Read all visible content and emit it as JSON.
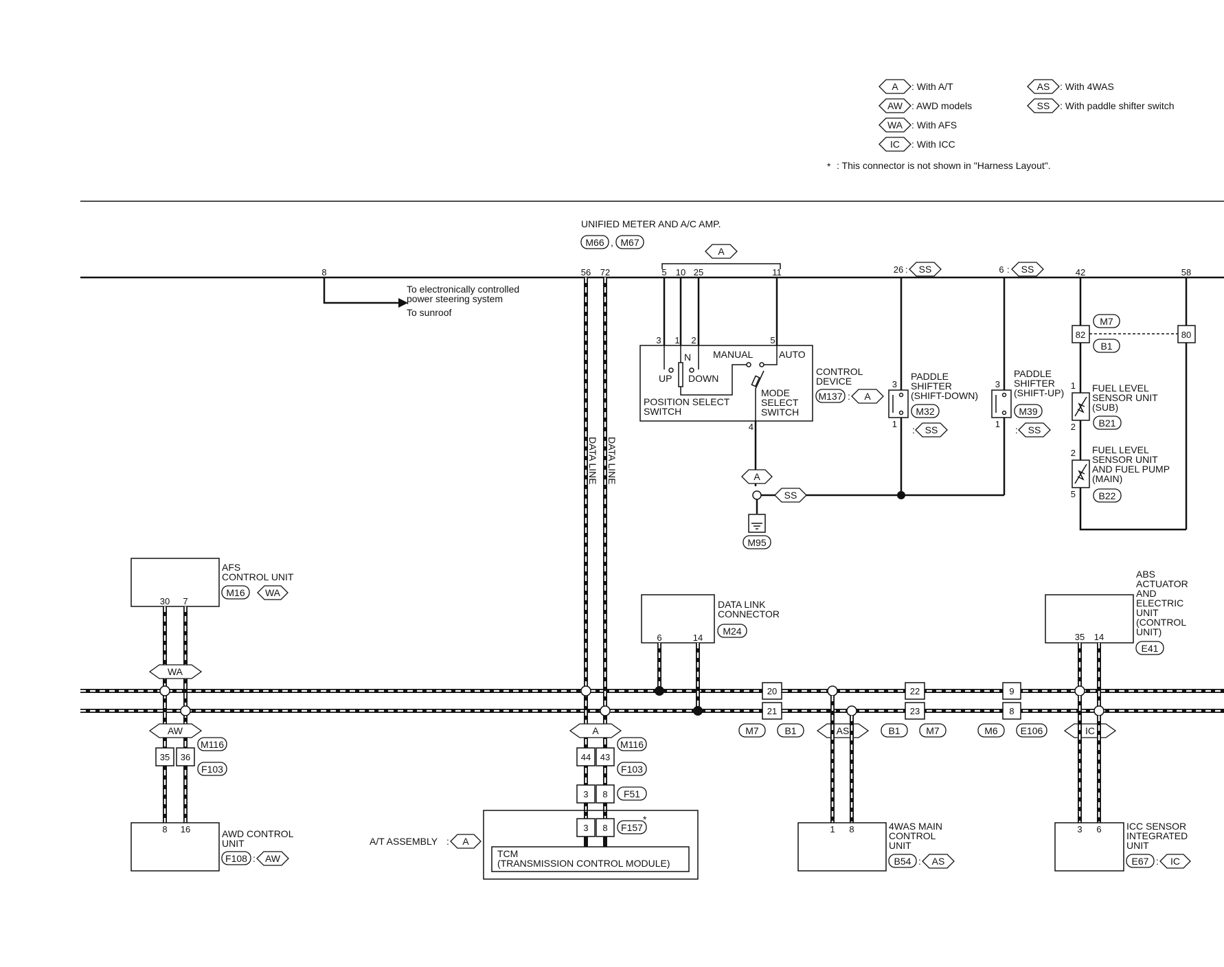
{
  "legend": {
    "items": [
      {
        "code": "A",
        "text": ": With A/T"
      },
      {
        "code": "AW",
        "text": ": AWD models"
      },
      {
        "code": "WA",
        "text": ": With AFS"
      },
      {
        "code": "IC",
        "text": ": With ICC"
      },
      {
        "code": "AS",
        "text": ": With 4WAS"
      },
      {
        "code": "SS",
        "text": ": With paddle shifter switch"
      }
    ],
    "note_mark": "*",
    "note": ": This connector is not shown in \"Harness Layout\"."
  },
  "meter": {
    "title": "UNIFIED METER AND A/C AMP.",
    "conn1": "M66",
    "sep": ",",
    "conn2": "M67",
    "bracket_tag": "A",
    "pins": [
      "8",
      "56",
      "72",
      "5",
      "10",
      "25",
      "11",
      "26",
      "6",
      "42",
      "58"
    ],
    "pin_colon": ":",
    "ss_tag": "SS"
  },
  "notes": {
    "eps1": "To electronically controlled",
    "eps2": "power steering system",
    "sunroof": "To sunroof"
  },
  "data_line": "DATA LINE",
  "control_device": {
    "title1": "CONTROL",
    "title2": "DEVICE",
    "conn": "M137",
    "colon": ":",
    "tag": "A",
    "pins": [
      "3",
      "1",
      "2",
      "5",
      "4"
    ],
    "labels": {
      "manual": "MANUAL",
      "auto": "AUTO",
      "n": "N",
      "up": "UP",
      "down": "DOWN",
      "pos1": "POSITION SELECT",
      "pos2": "SWITCH",
      "mode1": "MODE",
      "mode2": "SELECT",
      "mode3": "SWITCH"
    }
  },
  "ground": {
    "tag_a": "A",
    "tag_ss": "SS",
    "conn": "M95"
  },
  "paddle_down": {
    "t1": "PADDLE",
    "t2": "SHIFTER",
    "t3": "(SHIFT-DOWN)",
    "conn": "M32",
    "colon": ":",
    "tag": "SS",
    "pin_top": "3",
    "pin_bot": "1"
  },
  "paddle_up": {
    "t1": "PADDLE",
    "t2": "SHIFTER",
    "t3": "(SHIFT-UP)",
    "conn": "M39",
    "colon": ":",
    "tag": "SS",
    "pin_top": "3",
    "pin_bot": "1"
  },
  "fuel": {
    "m7": "M7",
    "b1": "B1",
    "pin82": "82",
    "pin80": "80",
    "sub": {
      "l1": "FUEL LEVEL",
      "l2": "SENSOR UNIT",
      "l3": "(SUB)",
      "conn": "B21",
      "p1": "1",
      "p2": "2"
    },
    "main": {
      "l1": "FUEL LEVEL",
      "l2": "SENSOR UNIT",
      "l3": "AND FUEL PUMP",
      "l4": "(MAIN)",
      "conn": "B22",
      "p2": "2",
      "p5": "5"
    }
  },
  "afs": {
    "l1": "AFS",
    "l2": "CONTROL UNIT",
    "conn": "M16",
    "tag": "WA",
    "pins": [
      "30",
      "7"
    ],
    "bus_tag": "WA"
  },
  "awd_split": {
    "tag": "AW",
    "conn_top": "M116",
    "pins": [
      "35",
      "36"
    ],
    "conn_bot": "F103"
  },
  "awd": {
    "l1": "AWD CONTROL",
    "l2": "UNIT",
    "conn": "F108",
    "colon": ":",
    "tag": "AW",
    "pins": [
      "8",
      "16"
    ]
  },
  "dlc": {
    "l1": "DATA LINK",
    "l2": "CONNECTOR",
    "conn": "M24",
    "pins": [
      "6",
      "14"
    ]
  },
  "tcm_path": {
    "tag": "A",
    "row1": {
      "pins": [
        "44",
        "43"
      ],
      "conn_top": "M116",
      "conn": "F103"
    },
    "row2": {
      "pins": [
        "3",
        "8"
      ],
      "conn": "F51"
    },
    "row3": {
      "pins": [
        "3",
        "8"
      ],
      "conn": "F157",
      "star": "*"
    }
  },
  "at_assembly": {
    "label": "A/T ASSEMBLY",
    "colon": ":",
    "tag": "A",
    "tcm1": "TCM",
    "tcm2": "(TRANSMISSION CONTROL MODULE)"
  },
  "bus_joints": [
    {
      "top": "20",
      "bot": "21",
      "c1": "M7",
      "c2": "B1"
    },
    {
      "top": "22",
      "bot": "23",
      "c1": "B1",
      "c2": "M7"
    },
    {
      "top": "9",
      "bot": "8",
      "c1": "M6",
      "c2": "E106"
    }
  ],
  "was": {
    "tag": "AS",
    "l1": "4WAS MAIN",
    "l2": "CONTROL",
    "l3": "UNIT",
    "conn": "B54",
    "colon": ":",
    "unit_tag": "AS",
    "pins": [
      "1",
      "8"
    ]
  },
  "abs": {
    "l1": "ABS",
    "l2": "ACTUATOR",
    "l3": "AND",
    "l4": "ELECTRIC",
    "l5": "UNIT",
    "l6": "(CONTROL",
    "l7": "UNIT)",
    "conn": "E41",
    "pins": [
      "35",
      "14"
    ]
  },
  "icc": {
    "tag": "IC",
    "l1": "ICC SENSOR",
    "l2": "INTEGRATED",
    "l3": "UNIT",
    "conn": "E67",
    "colon": ":",
    "unit_tag": "IC",
    "pins": [
      "3",
      "6"
    ]
  }
}
